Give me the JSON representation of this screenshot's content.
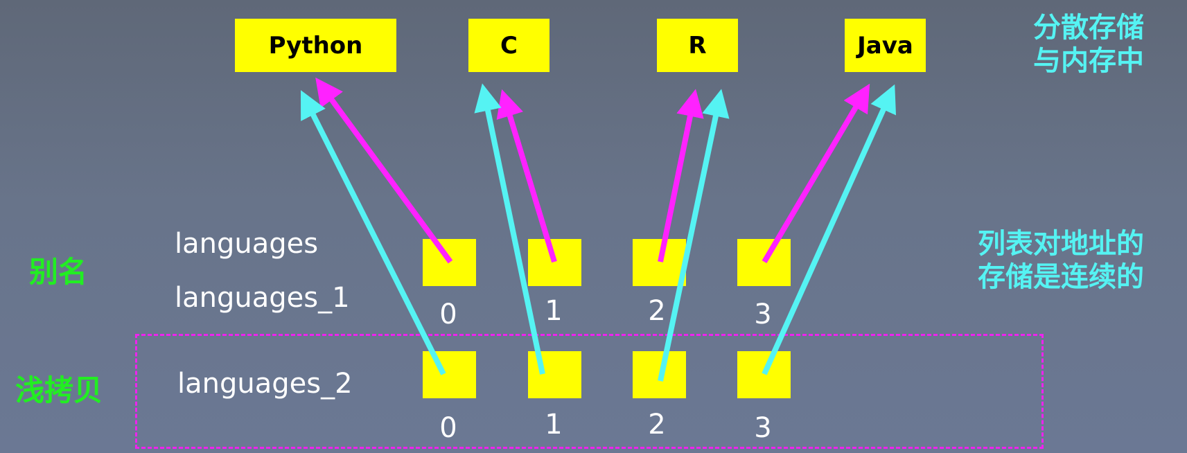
{
  "values": [
    "Python",
    "C",
    "R",
    "Java"
  ],
  "aliases": {
    "label": "别名",
    "var_a": "languages",
    "var_b": "languages_1",
    "indices": [
      "0",
      "1",
      "2",
      "3"
    ]
  },
  "shallow_copy": {
    "label": "浅拷贝",
    "var": "languages_2",
    "indices": [
      "0",
      "1",
      "2",
      "3"
    ]
  },
  "notes": {
    "scattered_line1": "分散存储",
    "scattered_line2": "与内存中",
    "contiguous_line1": "列表对地址的",
    "contiguous_line2": "存储是连续的"
  },
  "colors": {
    "box": "#ffff00",
    "alias_arrow": "#ff22ff",
    "copy_arrow": "#55f3f3",
    "label_green": "#22ee22",
    "note_cyan": "#55f3f3"
  }
}
